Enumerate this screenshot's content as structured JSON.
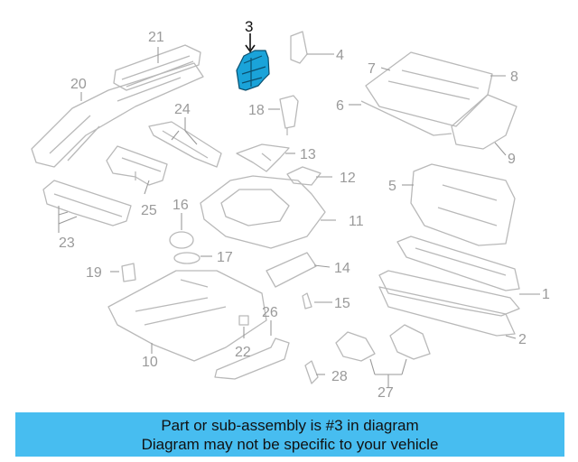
{
  "callouts": {
    "n1": "1",
    "n2": "2",
    "n3": "3",
    "n4": "4",
    "n5": "5",
    "n6": "6",
    "n7": "7",
    "n8": "8",
    "n9": "9",
    "n10": "10",
    "n11": "11",
    "n12": "12",
    "n13": "13",
    "n14": "14",
    "n15": "15",
    "n16": "16",
    "n17": "17",
    "n18": "18",
    "n19": "19",
    "n20": "20",
    "n21": "21",
    "n22": "22",
    "n23": "23",
    "n24": "24",
    "n25": "25",
    "n26": "26",
    "n27": "27",
    "n28": "28"
  },
  "banner": {
    "line1": "Part or sub-assembly is #3 in diagram",
    "line2": "Diagram may not be specific to your vehicle"
  },
  "colors": {
    "line_art": "#b9b9b9",
    "callout_text": "#9a9a9a",
    "highlight_part": "#1aa3d9",
    "highlight_label": "#111111",
    "banner_bg": "#47bdf0"
  }
}
